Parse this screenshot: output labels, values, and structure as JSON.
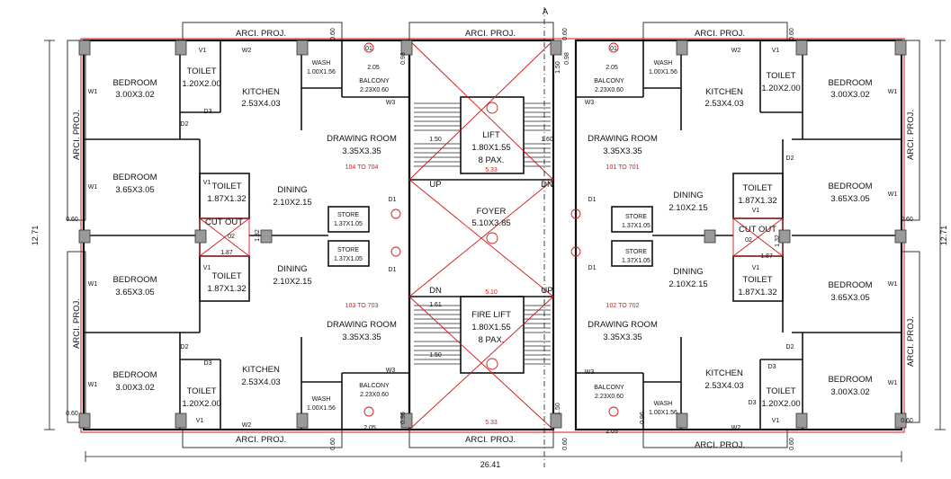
{
  "overall": {
    "width": "26.41",
    "height": "12.71"
  },
  "top_projections": {
    "left": "ARCI. PROJ.",
    "center": "ARCI. PROJ.",
    "right": "ARCI. PROJ."
  },
  "bottom_projections": {
    "left": "ARCI. PROJ.",
    "center": "ARCI. PROJ.",
    "right": "ARCI. PROJ."
  },
  "side_projections": {
    "left_upper": "ARCI. PROJ.",
    "left_lower": "ARCI. PROJ.",
    "right_upper": "ARCI. PROJ.",
    "right_lower": "ARCI. PROJ."
  },
  "core": {
    "lift": {
      "name": "LIFT",
      "size": "1.80X1.55",
      "capacity": "8 PAX."
    },
    "fire_lift": {
      "name": "FIRE LIFT",
      "size": "1.80X1.55",
      "capacity": "8 PAX."
    },
    "foyer": {
      "name": "FOYER",
      "size": "5.10X3.85"
    },
    "width_top": "5.33",
    "width_mid": "5.10",
    "width_bottom": "5.33",
    "stair_w": "1.50",
    "stair_lbl_up": "UP",
    "stair_lbl_dn": "DN",
    "section_mark": "A",
    "lift_dim": "1.60",
    "fire_dim": "1.61"
  },
  "units": {
    "top_left": {
      "range": "104 TO 704",
      "bedroom1": "BEDROOM",
      "bedroom1_size": "3.00X3.02",
      "toilet1": "TOILET",
      "toilet1_size": "1.20X2.00",
      "kitchen": "KITCHEN",
      "kitchen_size": "2.53X4.03",
      "wash": "WASH",
      "wash_size": "1.00X1.56",
      "balcony": "BALCONY",
      "balcony_size": "2.23X0.60",
      "drawing": "DRAWING ROOM",
      "drawing_size": "3.35X3.35",
      "bedroom2": "BEDROOM",
      "bedroom2_size": "3.65X3.05",
      "toilet2": "TOILET",
      "toilet2_size": "1.87X1.32",
      "dining": "DINING",
      "dining_size": "2.10X2.15",
      "store": "STORE",
      "store_size": "1.37X1.05"
    },
    "bottom_left": {
      "range": "103 TO 703",
      "bedroom1": "BEDROOM",
      "bedroom1_size": "3.00X3.02",
      "toilet1": "TOILET",
      "toilet1_size": "1.20X2.00",
      "kitchen": "KITCHEN",
      "kitchen_size": "2.53X4.03",
      "wash": "WASH",
      "wash_size": "1.00X1.56",
      "balcony": "BALCONY",
      "balcony_size": "2.23X0.60",
      "drawing": "DRAWING ROOM",
      "drawing_size": "3.35X3.35",
      "bedroom2": "BEDROOM",
      "bedroom2_size": "3.65X3.05",
      "toilet2": "TOILET",
      "toilet2_size": "1.87X1.32",
      "dining": "DINING",
      "dining_size": "2.10X2.15",
      "store": "STORE",
      "store_size": "1.37X1.05"
    },
    "top_right": {
      "range": "101 TO 701",
      "bedroom1": "BEDROOM",
      "bedroom1_size": "3.00X3.02",
      "toilet1": "TOILET",
      "toilet1_size": "1.20X2.00",
      "kitchen": "KITCHEN",
      "kitchen_size": "2.53X4.03",
      "wash": "WASH",
      "wash_size": "1.00X1.56",
      "balcony": "BALCONY",
      "balcony_size": "2.23X0.60",
      "drawing": "DRAWING ROOM",
      "drawing_size": "3.35X3.35",
      "bedroom2": "BEDROOM",
      "bedroom2_size": "3.65X3.05",
      "toilet2": "TOILET",
      "toilet2_size": "1.87X1.32",
      "dining": "DINING",
      "dining_size": "2.10X2.15",
      "store": "STORE",
      "store_size": "1.37X1.05"
    },
    "bottom_right": {
      "range": "102 TO 702",
      "bedroom1": "BEDROOM",
      "bedroom1_size": "3.00X3.02",
      "toilet1": "TOILET",
      "toilet1_size": "1.20X2.00",
      "kitchen": "KITCHEN",
      "kitchen_size": "2.53X4.03",
      "wash": "WASH",
      "wash_size": "1.00X1.56",
      "balcony": "BALCONY",
      "balcony_size": "2.23X0.60",
      "drawing": "DRAWING ROOM",
      "drawing_size": "3.35X3.35",
      "bedroom2": "BEDROOM",
      "bedroom2_size": "3.65X3.05",
      "toilet2": "TOILET",
      "toilet2_size": "1.87X1.32",
      "dining": "DINING",
      "dining_size": "2.10X2.15",
      "store": "STORE",
      "store_size": "1.37X1.05"
    }
  },
  "cutouts": {
    "left": {
      "name": "CUT OUT",
      "id": "02",
      "w": "1.87",
      "h": "1.32"
    },
    "right": {
      "name": "CUT OUT",
      "id": "02",
      "w": "1.87",
      "h": "1.32"
    }
  },
  "misc_dims": {
    "a": "0.60",
    "b": "0.98",
    "c": "2.05",
    "d": "0.96",
    "e": "1.50"
  },
  "markers": {
    "w1": "W1",
    "w2": "W2",
    "w3": "W3",
    "v1": "V1",
    "d1": "D1",
    "d2": "D2",
    "d3": "D3",
    "o1": "01"
  },
  "colors": {
    "wall": "#111111",
    "column": "#9a9a9a",
    "cutline": "#d01818"
  }
}
